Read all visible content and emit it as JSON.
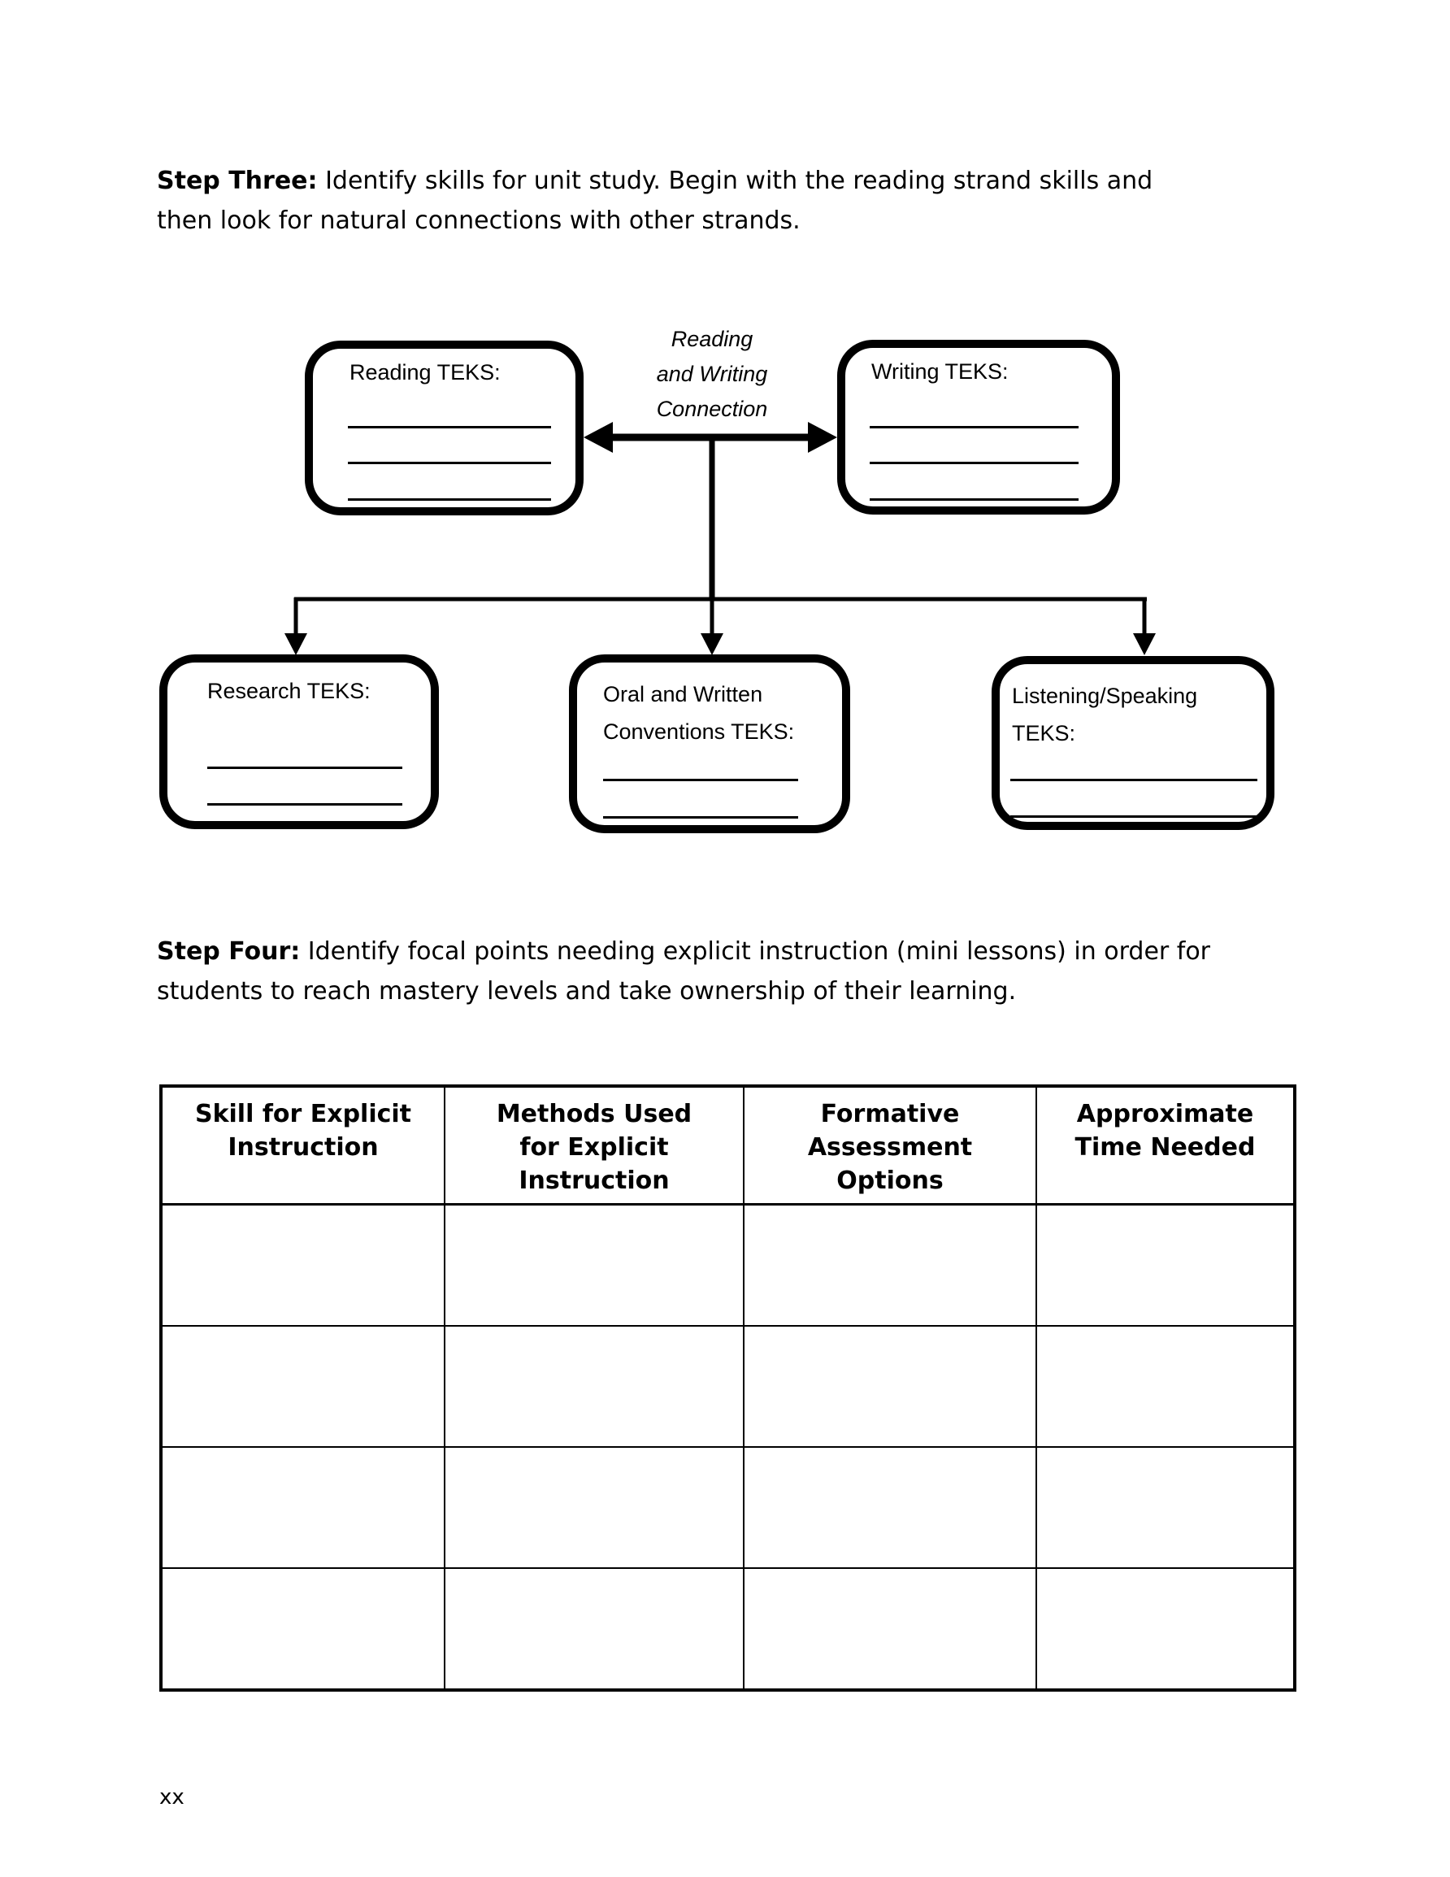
{
  "page": {
    "footer_text": "xx",
    "background_color": "#ffffff",
    "text_color": "#000000"
  },
  "step_three": {
    "label": "Step Three:",
    "text": " Identify skills for unit study. Begin with the reading strand skills and then look for natural connections with other strands."
  },
  "diagram": {
    "connection_label": {
      "lines": [
        "Reading",
        "and Writing",
        "Connection"
      ]
    },
    "boxes": {
      "reading": {
        "label": "Reading TEKS:",
        "blank_line_count": 3
      },
      "writing": {
        "label": "Writing TEKS:",
        "blank_line_count": 3
      },
      "research": {
        "label": "Research TEKS:",
        "blank_line_count": 2
      },
      "oral": {
        "label_lines": [
          "Oral and Written",
          "Conventions TEKS:"
        ],
        "blank_line_count": 2
      },
      "listening": {
        "label_lines": [
          "Listening/Speaking",
          "TEKS:"
        ],
        "blank_line_count": 2
      }
    }
  },
  "step_four": {
    "label": "Step Four:",
    "text": " Identify focal points needing explicit instruction (mini lessons) in order for students to reach mastery levels and take ownership of their learning."
  },
  "table": {
    "headers": [
      {
        "lines": [
          "Skill for Explicit",
          "Instruction"
        ]
      },
      {
        "lines": [
          "Methods Used",
          "for Explicit",
          "Instruction"
        ]
      },
      {
        "lines": [
          "Formative",
          "Assessment",
          "Options"
        ]
      },
      {
        "lines": [
          "Approximate",
          "Time Needed"
        ]
      }
    ],
    "body_row_count": 4
  }
}
